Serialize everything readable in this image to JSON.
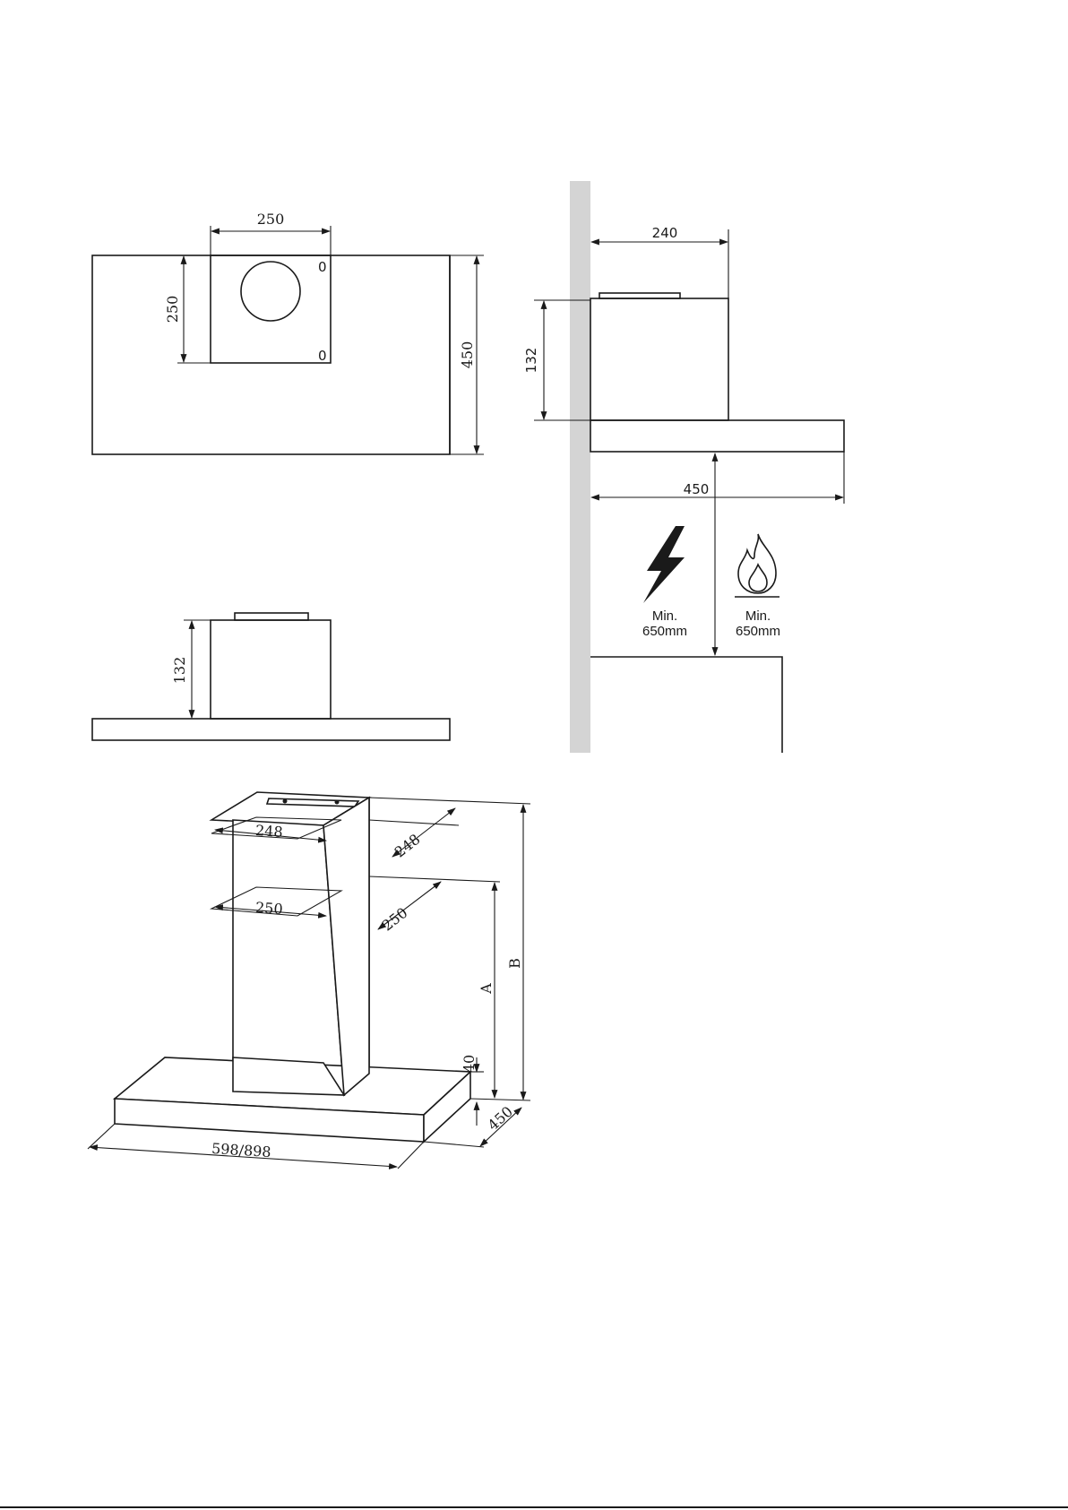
{
  "top_view": {
    "cutout_width": "250",
    "cutout_height": "250",
    "depth": "450",
    "hole_mark_top": "0",
    "hole_mark_bottom": "0"
  },
  "front_view": {
    "chimney_height": "132"
  },
  "side_view": {
    "chimney_depth": "240",
    "chimney_height": "132",
    "depth": "450",
    "electric_label": "Min.\n650mm",
    "gas_label": "Min.\n650mm",
    "electric_min": "Min.",
    "electric_value": "650mm",
    "gas_min": "Min.",
    "gas_value": "650mm"
  },
  "iso_view": {
    "upper_width": "248",
    "upper_depth": "248",
    "lower_width": "250",
    "lower_depth": "250",
    "height_a": "A",
    "height_b": "B",
    "canopy_thickness": "40",
    "canopy_depth": "450",
    "canopy_width": "598/898"
  },
  "colors": {
    "line": "#1a1a1a",
    "wall": "#d4d4d4"
  }
}
